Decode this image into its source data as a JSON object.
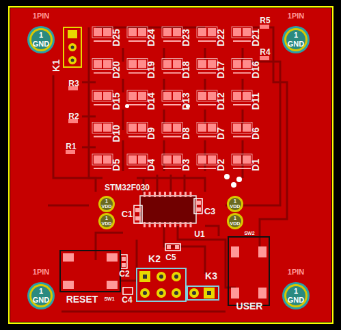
{
  "diagram": {
    "nodes": [
      {
        "text": [
          "1PIN",
          "1",
          "GND"
        ]
      },
      {
        "text": [
          "1PIN",
          "1",
          "GND"
        ]
      },
      {
        "text": [
          "1PIN",
          "1",
          "GND"
        ]
      },
      {
        "text": [
          "1PIN",
          "1",
          "GND"
        ]
      },
      {
        "text": [
          "1",
          "VDD"
        ]
      },
      {
        "text": [
          "1",
          "VDD"
        ]
      },
      {
        "text": [
          "1",
          "VDD"
        ]
      },
      {
        "text": [
          "1",
          "VDD"
        ]
      }
    ],
    "labels": [
      "D25",
      "D24",
      "D23",
      "D22",
      "D21",
      "D20",
      "D19",
      "D18",
      "D17",
      "D16",
      "D15",
      "D14",
      "D13",
      "D12",
      "D11",
      "D10",
      "D9",
      "D8",
      "D7",
      "D6",
      "D5",
      "D4",
      "D3",
      "D2",
      "D1",
      "R5",
      "R4",
      "R3",
      "R2",
      "R1",
      "K1",
      "STM32F030",
      "C1",
      "C3",
      "U1",
      "C5",
      "K2",
      "C2",
      "K3",
      "C4",
      "RESET",
      "USER",
      "SW1",
      "SW2"
    ]
  }
}
